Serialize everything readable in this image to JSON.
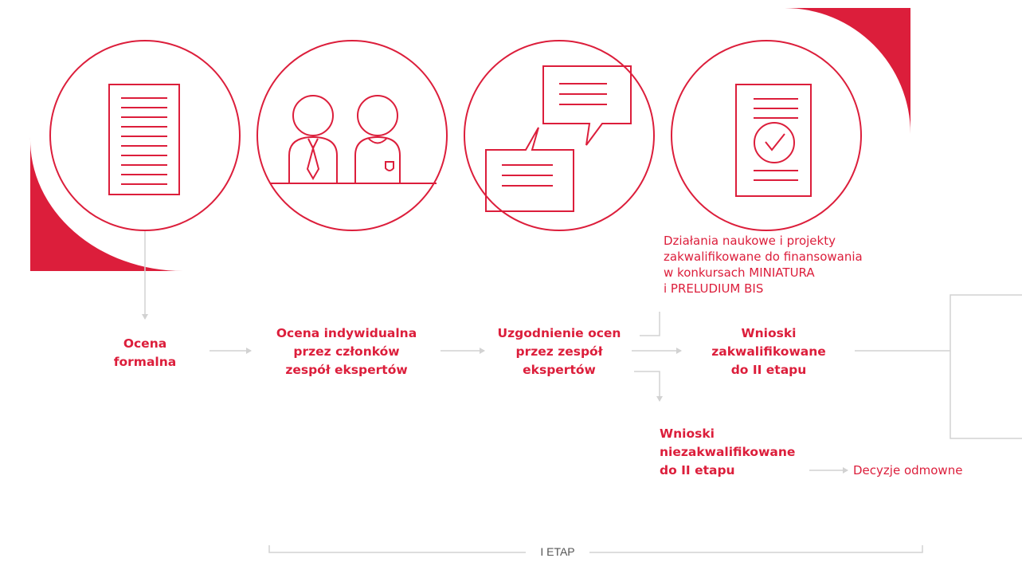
{
  "brand": {
    "accent": "#dc1e3b",
    "line": "#d2d2d2"
  },
  "icons": [
    "document-icon",
    "experts-icon",
    "discussion-icon",
    "approved-document-icon"
  ],
  "steps": {
    "formal": [
      "Ocena",
      "formalna"
    ],
    "individual": [
      "Ocena indywidualna",
      "przez członków",
      "zespół ekspertów"
    ],
    "agreement": [
      "Uzgodnienie ocen",
      "przez zespół",
      "ekspertów"
    ],
    "qualified": [
      "Wnioski",
      "zakwalifikowane",
      "do II etapu"
    ],
    "rejected": [
      "Wnioski",
      "niezakwalifikowane",
      "do II etapu"
    ]
  },
  "notes": {
    "funded": [
      "Działania naukowe i projekty",
      "zakwalifikowane do finansowania",
      "w konkursach MINIATURA",
      "i PRELUDIUM BIS"
    ],
    "refusal": "Decyzje odmowne"
  },
  "stage_label": "I ETAP"
}
